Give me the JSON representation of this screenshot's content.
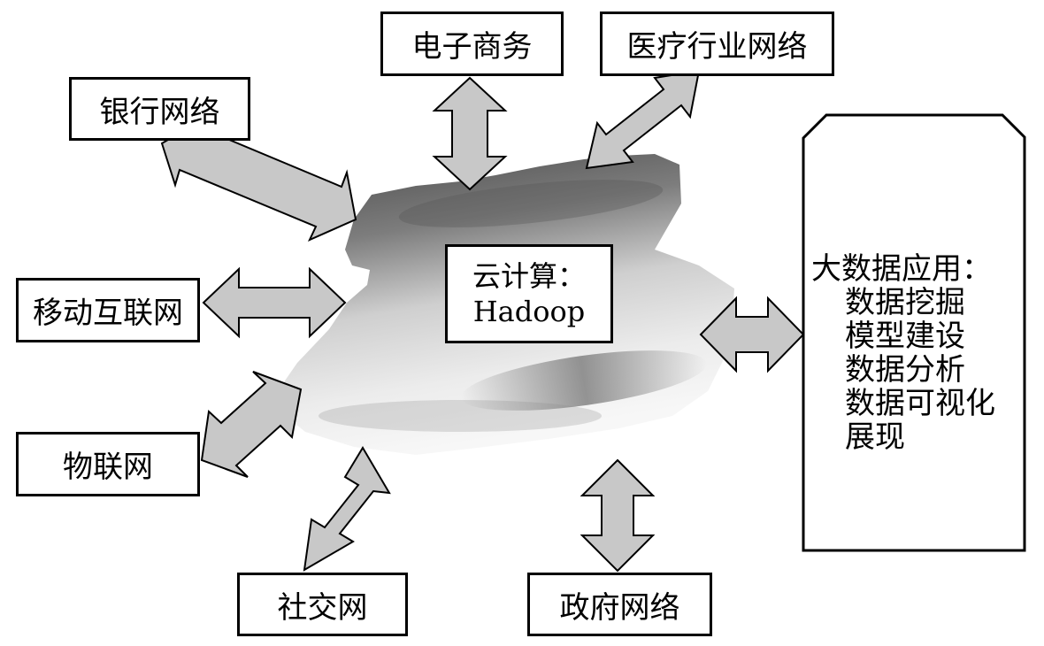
{
  "diagram": {
    "center": {
      "line1": "云计算：",
      "line2": "Hadoop"
    },
    "nodes": {
      "ecommerce": "电子商务",
      "medical": "医疗行业网络",
      "bank": "银行网络",
      "mobile_internet": "移动互联网",
      "iot": "物联网",
      "social": "社交网",
      "government": "政府网络"
    },
    "applications": {
      "title": "大数据应用：",
      "items": [
        "数据挖掘",
        "模型建设",
        "数据分析",
        "数据可视化",
        "展现"
      ]
    }
  },
  "colors": {
    "arrow_fill": "#c8c8c8",
    "outline": "#000000",
    "cloud_dark": "#5c5c5c",
    "cloud_light": "#f2f2f2"
  }
}
